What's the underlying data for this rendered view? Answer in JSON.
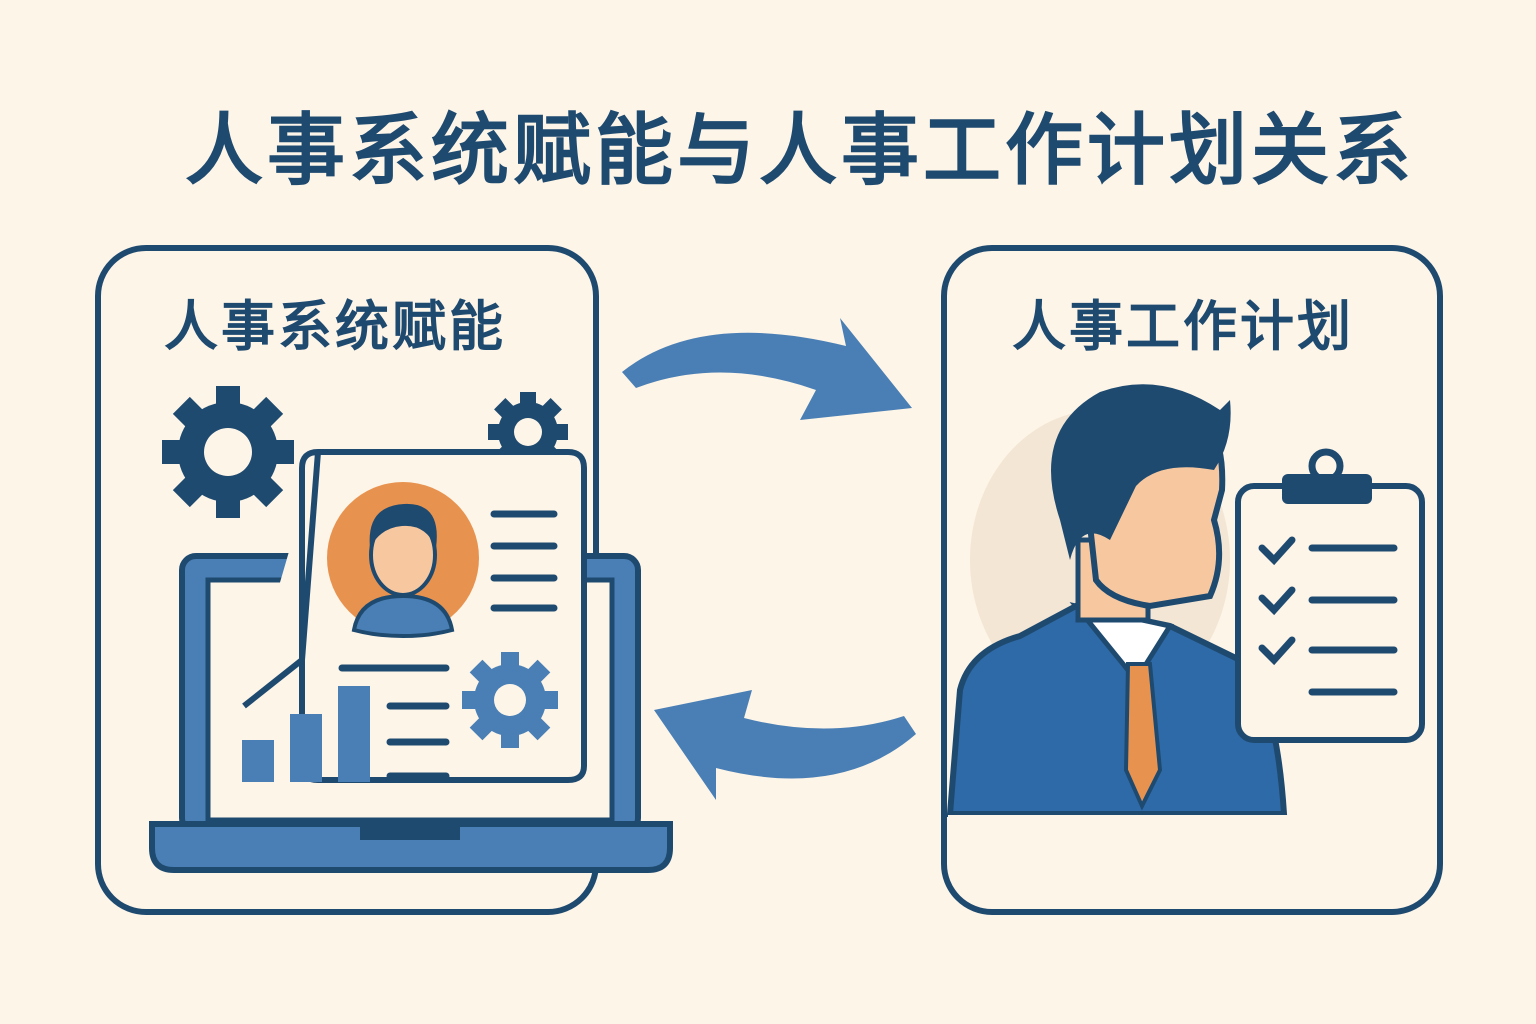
{
  "title": "人事系统赋能与人事工作计划关系",
  "left_panel": {
    "label": "人事系统赋能",
    "icons": [
      "gear-icon",
      "laptop-icon",
      "profile-card-icon",
      "bar-chart-icon"
    ]
  },
  "right_panel": {
    "label": "人事工作计划",
    "icons": [
      "businessman-icon",
      "clipboard-checklist-icon"
    ]
  },
  "arrows": [
    "arrow-to-plan",
    "arrow-to-system"
  ],
  "colors": {
    "background": "#fdf5e8",
    "navy": "#1f4a70",
    "blue": "#4a7fb5",
    "orange": "#e8924f",
    "skin": "#f7c8a0"
  }
}
